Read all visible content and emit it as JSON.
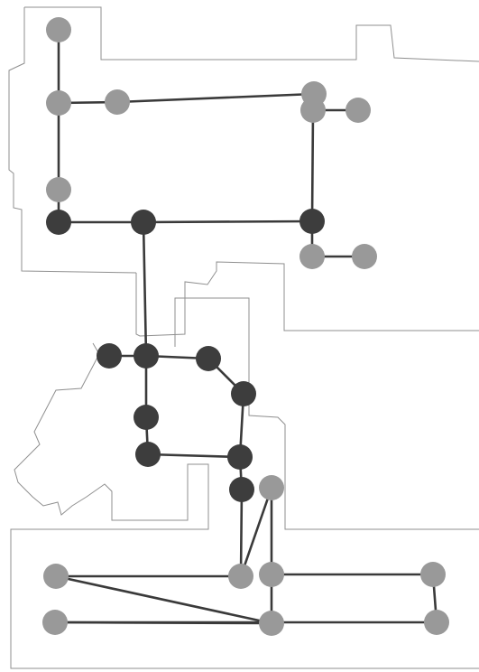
{
  "diagram": {
    "node_colors": {
      "dark": "#3d3d3d",
      "light": "#999999"
    },
    "edge_color": "#3a3a3a",
    "outline_color": "#8f8f8f",
    "node_groups": {
      "dark": [
        "d1",
        "d2",
        "d3",
        "d4",
        "d5",
        "d6",
        "d7",
        "d8",
        "d9",
        "d10",
        "d11"
      ],
      "light": [
        "g1",
        "g2",
        "g3",
        "g4",
        "g5",
        "g6",
        "g7",
        "g8",
        "g9",
        "g10",
        "g11",
        "g12",
        "g13",
        "g14",
        "g15",
        "g16",
        "g17"
      ]
    },
    "edges": [
      [
        "g1",
        "g2"
      ],
      [
        "g2",
        "g3"
      ],
      [
        "g3",
        "g4"
      ],
      [
        "g2",
        "g6"
      ],
      [
        "g6",
        "d1"
      ],
      [
        "g4",
        "g5"
      ],
      [
        "g5",
        "g7"
      ],
      [
        "g5",
        "d3"
      ],
      [
        "d1",
        "d2"
      ],
      [
        "d2",
        "d3"
      ],
      [
        "d3",
        "g8"
      ],
      [
        "g8",
        "g9"
      ],
      [
        "d2",
        "d5"
      ],
      [
        "d4",
        "d5"
      ],
      [
        "d5",
        "d6"
      ],
      [
        "d6",
        "d7"
      ],
      [
        "d5",
        "d8"
      ],
      [
        "d8",
        "d9"
      ],
      [
        "d9",
        "d10"
      ],
      [
        "d7",
        "d10"
      ],
      [
        "d10",
        "d11"
      ],
      [
        "d11",
        "g11"
      ],
      [
        "g10",
        "g12"
      ],
      [
        "g12",
        "g13"
      ],
      [
        "g13",
        "g14"
      ],
      [
        "g15",
        "g16"
      ],
      [
        "g16",
        "g17"
      ],
      [
        "g14",
        "g17"
      ],
      [
        "g11",
        "g10"
      ],
      [
        "g12",
        "g16"
      ],
      [
        "g15",
        "g11"
      ]
    ]
  }
}
